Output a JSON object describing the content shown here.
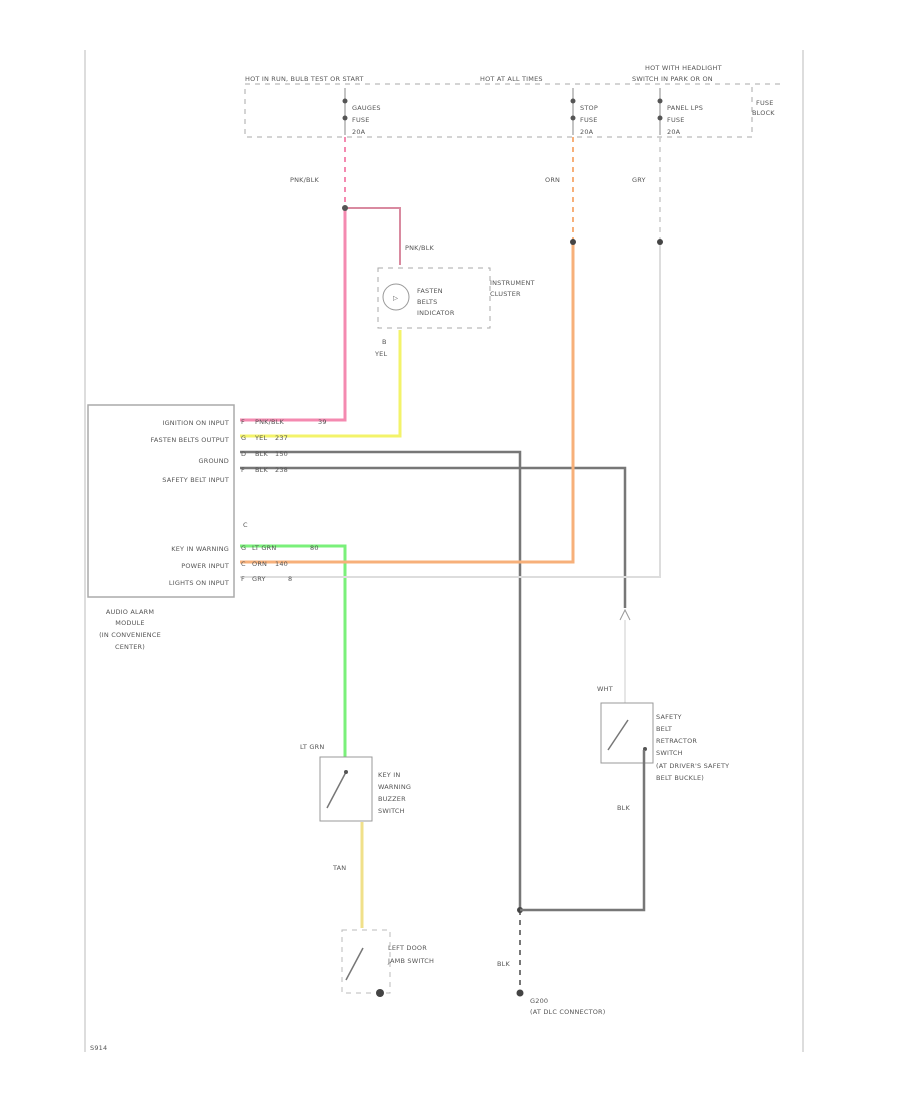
{
  "colors": {
    "pink": "#f06a9a",
    "yellow": "#f3f36a",
    "black": "#6b6b6b",
    "green": "#6ff06a",
    "orange": "#f7b07a",
    "gray": "#d8d8d8",
    "tan": "#f0e08a",
    "line": "#9a9a9a"
  },
  "power": {
    "hot_run": "HOT IN RUN, BULB TEST OR START",
    "hot_all": "HOT AT ALL TIMES",
    "hot_headlight_1": "HOT WITH HEADLIGHT",
    "hot_headlight_2": "SWITCH IN PARK OR ON",
    "fuse_block_1": "FUSE",
    "fuse_block_2": "BLOCK"
  },
  "fuses": [
    {
      "name": "GAUGES",
      "fuse": "FUSE",
      "rating": "20A"
    },
    {
      "name": "STOP",
      "fuse": "FUSE",
      "rating": "20A"
    },
    {
      "name": "PANEL LPS",
      "fuse": "FUSE",
      "rating": "20A"
    }
  ],
  "wires": {
    "pnk_blk": "PNK/BLK",
    "orn": "ORN",
    "gry": "GRY",
    "pnk_blk_cluster": "PNK/BLK",
    "yel_pin": "B",
    "yel": "YEL",
    "lt_grn": "LT GRN",
    "tan": "TAN",
    "wht": "WHT",
    "blk_retractor": "BLK",
    "blk_ground": "BLK"
  },
  "cluster": {
    "bulb_1": "FASTEN",
    "bulb_2": "BELTS",
    "bulb_3": "INDICATOR",
    "name_1": "INSTRUMENT",
    "name_2": "CLUSTER"
  },
  "module": {
    "pins": [
      {
        "label": "IGNITION ON INPUT",
        "pin": "F",
        "wire": "PNK/BLK",
        "circuit": "39"
      },
      {
        "label": "FASTEN BELTS OUTPUT",
        "pin": "G",
        "wire": "YEL",
        "circuit": "237"
      },
      {
        "label": "GROUND",
        "pin": "D",
        "wire": "BLK",
        "circuit": "150"
      },
      {
        "label": "SAFETY BELT INPUT",
        "pin": "F",
        "wire": "BLK",
        "circuit": "238"
      },
      {
        "label": "KEY IN WARNING",
        "pin": "G",
        "wire": "LT GRN",
        "circuit": "80"
      },
      {
        "label": "POWER INPUT",
        "pin": "C",
        "wire": "ORN",
        "circuit": "140"
      },
      {
        "label": "LIGHTS ON INPUT",
        "pin": "F",
        "wire": "GRY",
        "circuit": "8"
      }
    ],
    "connector_c2": "C",
    "name": [
      "AUDIO ALARM",
      "MODULE",
      "(IN CONVENIENCE",
      "CENTER)"
    ]
  },
  "key_switch": [
    "KEY IN",
    "WARNING",
    "BUZZER",
    "SWITCH"
  ],
  "door_switch": [
    "LEFT DOOR",
    "JAMB SWITCH"
  ],
  "retractor_switch": [
    "SAFETY",
    "BELT",
    "RETRACTOR",
    "SWITCH",
    "(AT DRIVER'S SAFETY",
    "BELT BUCKLE)"
  ],
  "ground": {
    "id": "G200",
    "location": "(AT DLC CONNECTOR)"
  },
  "diagram_id": "S914"
}
